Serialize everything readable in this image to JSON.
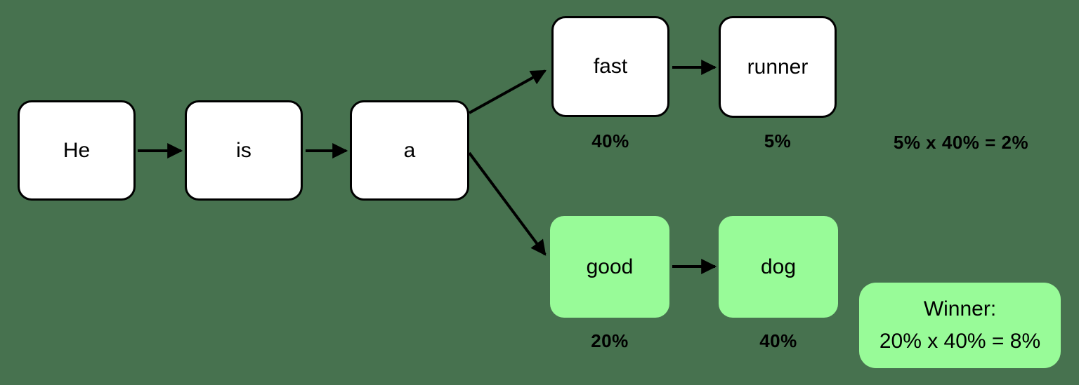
{
  "diagram": {
    "description": "Word sequence probability tree (beam search winner selection)",
    "colors": {
      "background": "#47724F",
      "node_fill": "#FFFFFF",
      "node_border": "#000000",
      "highlight_fill": "#98FB98",
      "arrow": "#000000",
      "text": "#000000"
    },
    "nodes": {
      "he": {
        "label": "He"
      },
      "is": {
        "label": "is"
      },
      "a": {
        "label": "a"
      },
      "fast": {
        "label": "fast",
        "prob": "40%"
      },
      "runner": {
        "label": "runner",
        "prob": "5%"
      },
      "good": {
        "label": "good",
        "prob": "20%"
      },
      "dog": {
        "label": "dog",
        "prob": "40%"
      }
    },
    "edges": [
      "he->is",
      "is->a",
      "a->fast",
      "a->good",
      "fast->runner",
      "good->dog"
    ],
    "pruned_equation": "5% x 40% = 2%",
    "winner": {
      "title": "Winner:",
      "equation": "20% x 40% = 8%"
    }
  }
}
